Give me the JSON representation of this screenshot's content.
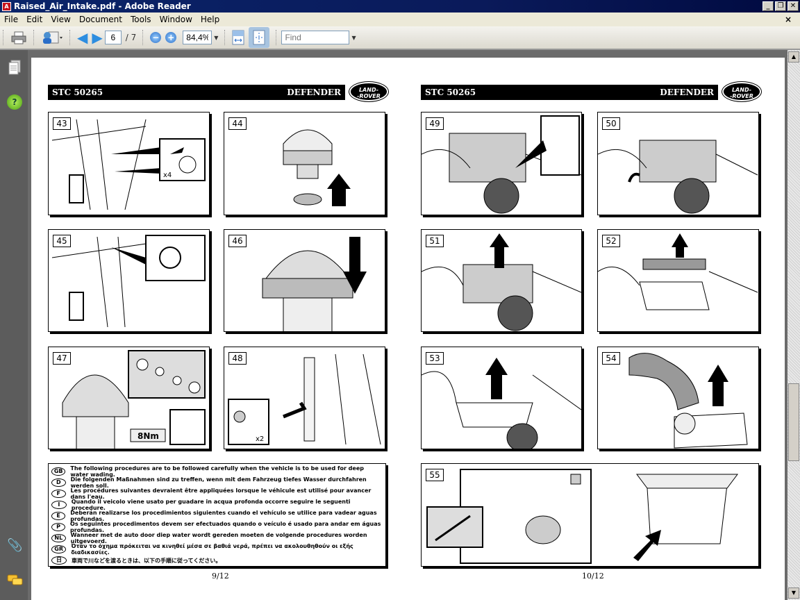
{
  "window": {
    "title": "Raised_Air_Intake.pdf - Adobe Reader",
    "minimize": "_",
    "restore": "❐",
    "close": "✕"
  },
  "menu": [
    "File",
    "Edit",
    "View",
    "Document",
    "Tools",
    "Window",
    "Help"
  ],
  "menu_close": "×",
  "toolbar": {
    "page_current": "6",
    "page_total": "/ 7",
    "zoom": "84,4%",
    "find_placeholder": "Find"
  },
  "pages": [
    {
      "code": "STC 50265",
      "model": "DEFENDER",
      "logo": "LAND-ROVER",
      "page_label": "9/12",
      "panels": [
        {
          "n": "43",
          "note": "x4"
        },
        {
          "n": "44"
        },
        {
          "n": "45"
        },
        {
          "n": "46"
        },
        {
          "n": "47",
          "note": "8Nm"
        },
        {
          "n": "48",
          "note": "x2"
        }
      ]
    },
    {
      "code": "STC 50265",
      "model": "DEFENDER",
      "logo": "LAND-ROVER",
      "page_label": "10/12",
      "panels": [
        {
          "n": "49"
        },
        {
          "n": "50"
        },
        {
          "n": "51"
        },
        {
          "n": "52"
        },
        {
          "n": "53"
        },
        {
          "n": "54"
        },
        {
          "n": "55"
        }
      ]
    }
  ],
  "warnings": [
    {
      "code": "GB",
      "text": "The following procedures are to be followed carefully when the vehicle is to be used for deep water wading."
    },
    {
      "code": "D",
      "text": "Die folgenden Maßnahmen sind zu treffen, wenn mit dem Fahrzeug tiefes Wasser durchfahren werden soll."
    },
    {
      "code": "F",
      "text": "Les procédures suivantes devraient être appliquées lorsque le véhicule est utilisé pour avancer dans l'eau."
    },
    {
      "code": "I",
      "text": "Quando il veicolo viene usato per guadare in acqua profonda occorre seguire le seguenti procedure."
    },
    {
      "code": "E",
      "text": "Deberán realizarse los procedimientos siguientes cuando el vehículo se utilice para vadear aguas profundas."
    },
    {
      "code": "P",
      "text": "Os seguintes procedimentos devem ser efectuados quando o veículo é usado para andar em águas profundas."
    },
    {
      "code": "NL",
      "text": "Wanneer met de auto door diep water wordt gereden moeten de volgende procedures worden uitgevoerd."
    },
    {
      "code": "GR",
      "text": "Όταν το όχημα πρόκειται να κινηθεί μέσα σε βαθιά νερά, πρέπει να ακολουθηθούν οι εξής διαδικασίες."
    },
    {
      "code": "日",
      "text": "車両で川などを渡るときは、以下の手順に従ってください。"
    }
  ]
}
